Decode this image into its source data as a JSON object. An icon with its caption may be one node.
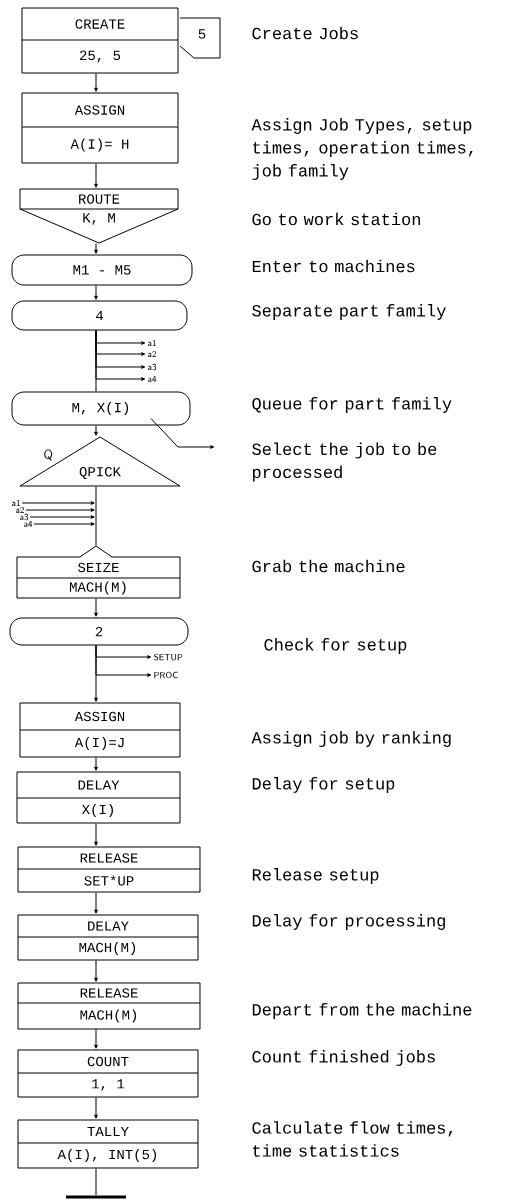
{
  "diagram": {
    "nodes": [
      {
        "text": [
          "CREATE",
          "25, 5"
        ]
      },
      {
        "text": [
          "5"
        ]
      },
      {
        "text": [
          "ASSIGN",
          "A(I)= H"
        ]
      },
      {
        "text": [
          "ROUTE",
          "K, M"
        ]
      },
      {
        "text": [
          "M1 - M5"
        ]
      },
      {
        "text": [
          "4"
        ]
      },
      {
        "text": [
          "a1"
        ]
      },
      {
        "text": [
          "a2"
        ]
      },
      {
        "text": [
          "a3"
        ]
      },
      {
        "text": [
          "a4"
        ]
      },
      {
        "text": [
          "M, X(I)"
        ]
      },
      {
        "text": [
          "QPICK"
        ]
      },
      {
        "text": [
          "a1"
        ]
      },
      {
        "text": [
          "a2"
        ]
      },
      {
        "text": [
          "a3"
        ]
      },
      {
        "text": [
          "a4"
        ]
      },
      {
        "text": [
          "SEIZE",
          "MACH(M)"
        ]
      },
      {
        "text": [
          "2"
        ]
      },
      {
        "text": [
          "SETUP"
        ]
      },
      {
        "text": [
          "PROC"
        ]
      },
      {
        "text": [
          "ASSIGN",
          "A(I)=J"
        ]
      },
      {
        "text": [
          "DELAY",
          "X(I)"
        ]
      },
      {
        "text": [
          "RELEASE",
          "SET*UP"
        ]
      },
      {
        "text": [
          "DELAY",
          "MACH(M)"
        ]
      },
      {
        "text": [
          "RELEASE",
          "MACH(M)"
        ]
      },
      {
        "text": [
          "COUNT",
          "1, 1"
        ]
      },
      {
        "text": [
          "TALLY",
          "A(I), INT(5)"
        ]
      },
      {
        "text": [],
        "shape": "bar"
      }
    ],
    "edges": [
      {
        "from": 0,
        "to": 2,
        "arrow": "to"
      },
      {
        "from": 2,
        "to": 3,
        "arrow": "to"
      },
      {
        "from": 3,
        "to": 4,
        "arrow": "to"
      },
      {
        "from": 4,
        "to": 5,
        "arrow": "to"
      },
      {
        "from": 5,
        "to": 6,
        "arrow": "to"
      },
      {
        "from": 5,
        "to": 7,
        "arrow": "to"
      },
      {
        "from": 5,
        "to": 8,
        "arrow": "to"
      },
      {
        "from": 5,
        "to": 9,
        "arrow": "to"
      },
      {
        "from": 5,
        "to": 10,
        "arrow": "none"
      },
      {
        "from": 10,
        "to": 11,
        "arrow": "to"
      },
      {
        "from": 10,
        "to": null,
        "arrow": "to"
      },
      {
        "from": 12,
        "to": null,
        "arrow": "to"
      },
      {
        "from": 13,
        "to": null,
        "arrow": "to"
      },
      {
        "from": 14,
        "to": null,
        "arrow": "to"
      },
      {
        "from": 15,
        "to": null,
        "arrow": "to"
      },
      {
        "from": 11,
        "to": 16,
        "arrow": "none"
      },
      {
        "from": 16,
        "to": 17,
        "arrow": "to"
      },
      {
        "from": 17,
        "to": 18,
        "arrow": "to"
      },
      {
        "from": 17,
        "to": 19,
        "arrow": "to"
      },
      {
        "from": 17,
        "to": 20,
        "arrow": "to"
      },
      {
        "from": 20,
        "to": 21,
        "arrow": "to"
      },
      {
        "from": 21,
        "to": 22,
        "arrow": "to"
      },
      {
        "from": 22,
        "to": 23,
        "arrow": "to"
      },
      {
        "from": 23,
        "to": 24,
        "arrow": "to"
      },
      {
        "from": 24,
        "to": 25,
        "arrow": "to"
      },
      {
        "from": 25,
        "to": 26,
        "arrow": "to"
      },
      {
        "from": 26,
        "to": 27,
        "arrow": "none"
      }
    ],
    "labels": [
      "Create Jobs",
      "Assign Job Types, setup times, operation times, job family",
      "Go to work station",
      "Enter to machines",
      "Separate part family",
      "Queue for part family",
      "Q",
      "Select the job to be processed",
      "Grab the machine",
      "Check for setup",
      "Assign job by ranking",
      "Delay for setup",
      "Release setup",
      "Delay for processing",
      "Depart from the machine",
      "Count finished jobs",
      "Calculate flow times, time statistics"
    ]
  }
}
